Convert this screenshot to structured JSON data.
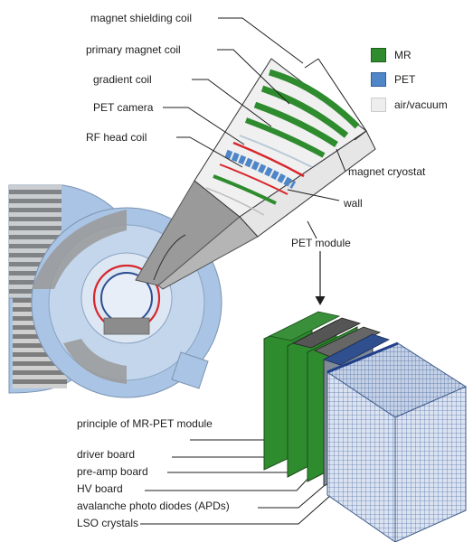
{
  "labels": {
    "magnet_shielding_coil": "magnet shielding coil",
    "primary_magnet_coil": "primary magnet coil",
    "gradient_coil": "gradient coil",
    "pet_camera": "PET camera",
    "rf_head_coil": "RF head coil",
    "magnet_cryostat": "magnet cryostat",
    "wall": "wall",
    "pet_module": "PET module"
  },
  "legend": [
    {
      "label": "MR",
      "color": "#2e8b2e"
    },
    {
      "label": "PET",
      "color": "#4f86c8"
    },
    {
      "label": "air/vacuum",
      "color": "#eeeeee"
    }
  ],
  "module": {
    "title": "principle of MR-PET module",
    "components": [
      "driver board",
      "pre-amp board",
      "HV board",
      "avalanche photo diodes (APDs)",
      "LSO crystals"
    ]
  },
  "colors": {
    "mr_green": "#2e8b2e",
    "pet_blue": "#4f86c8",
    "scanner_blue": "#a9c4e4",
    "scanner_gray": "#9a9a9a",
    "rf_red": "#d8262b",
    "crystal_blue": "#6f8fc0"
  }
}
